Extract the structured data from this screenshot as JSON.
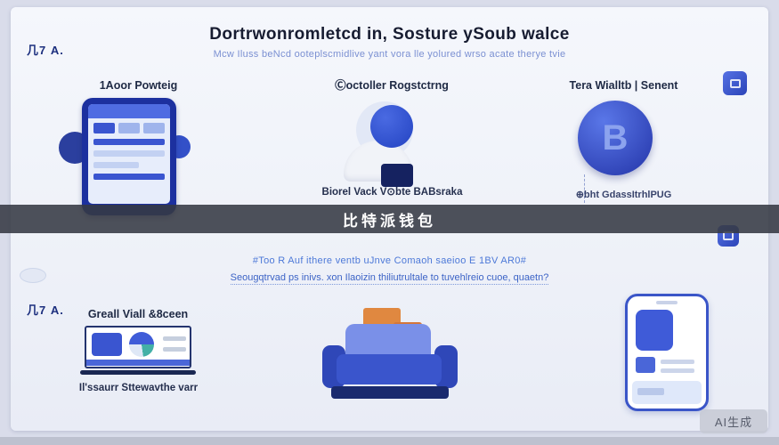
{
  "header": {
    "logo_text": "几7 A.",
    "title": "Dortrwonromletcd in, Sosture ySoub walce",
    "subtitle": "Mcw Iluss beNcd ooteplscmidlive yant vora lle yolured wrso acate therye tvie"
  },
  "top": {
    "columns": [
      {
        "label": "1Aoor Powteig",
        "caption": ""
      },
      {
        "label": "Ⓒoctoller Rogstctrng",
        "caption": "Biorel Vack V⊙bte BABsraka"
      },
      {
        "label": "Tera Wialltb | Senent",
        "caption": "⊕bht GdassItrhlPUG"
      }
    ],
    "coin_letter": "B"
  },
  "banner": {
    "text": "比特派钱包"
  },
  "mid": {
    "line1": "#Too R Auf ithere ventb uJnve Comaoh saeioo E 1BV AR0#",
    "line2": "Seougqtrvad ps inivs. xon Ilaoizin thiliutrultale to tuvehlreio cuoe, quaetn?"
  },
  "bottom": {
    "logo_text": "几7 A.",
    "left_label": "Greall Viall &8ceen",
    "left_caption": "Il'ssaurr Sttewavthe varr"
  },
  "watermark": "AI生成",
  "colors": {
    "accent_blue": "#3a55d0",
    "navy": "#1c309f",
    "link_blue": "#4d79d8",
    "banner_bg": "rgba(54,57,67,0.88)",
    "orange": "#e08840"
  }
}
